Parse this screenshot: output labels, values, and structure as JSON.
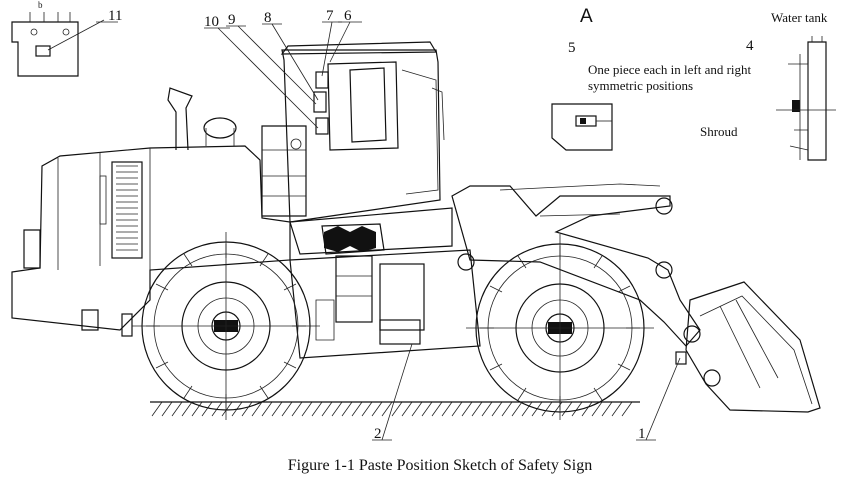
{
  "figure": {
    "caption": "Figure 1-1 Paste Position Sketch of Safety Sign",
    "view_label": "A",
    "detail_label": "b",
    "annotations": {
      "water_tank": "Water tank",
      "symmetric_line1": "One piece each in left and right",
      "symmetric_line2": "symmetric positions",
      "shroud": "Shroud"
    },
    "callouts": [
      "1",
      "2",
      "4",
      "5",
      "6",
      "7",
      "8",
      "9",
      "10",
      "11"
    ]
  }
}
